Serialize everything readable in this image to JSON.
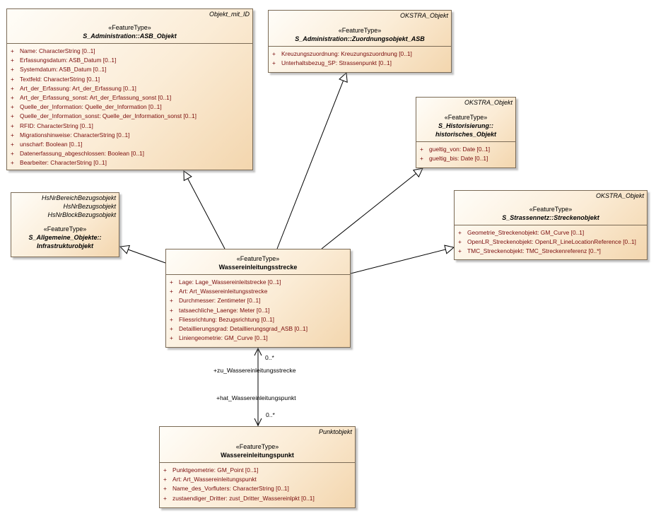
{
  "classes": {
    "asb_objekt": {
      "corner": [
        "Objekt_mit_ID"
      ],
      "stereotype": "«FeatureType»",
      "name": [
        "S_Administration::ASB_Objekt"
      ],
      "attributes": [
        "Name: CharacterString [0..1]",
        "Erfassungsdatum: ASB_Datum [0..1]",
        "Systemdatum: ASB_Datum [0..1]",
        "Textfeld: CharacterString [0..1]",
        "Art_der_Erfassung: Art_der_Erfassung [0..1]",
        "Art_der_Erfassung_sonst: Art_der_Erfassung_sonst [0..1]",
        "Quelle_der_Information: Quelle_der_Information [0..1]",
        "Quelle_der_Information_sonst: Quelle_der_Information_sonst [0..1]",
        "RFID: CharacterString [0..1]",
        "Migrationshinweise: CharacterString [0..1]",
        "unscharf: Boolean [0..1]",
        "Datenerfassung_abgeschlossen: Boolean [0..1]",
        "Bearbeiter: CharacterString [0..1]"
      ]
    },
    "zuordnungsobjekt": {
      "corner": [
        "OKSTRA_Objekt"
      ],
      "stereotype": "«FeatureType»",
      "name": [
        "S_Administration::Zuordnungsobjekt_ASB"
      ],
      "attributes": [
        "Kreuzungszuordnung: Kreuzungszuordnung [0..1]",
        "Unterhaltsbezug_SP: Strassenpunkt [0..1]"
      ]
    },
    "historisches_objekt": {
      "corner": [
        "OKSTRA_Objekt"
      ],
      "stereotype": "«FeatureType»",
      "name": [
        "S_Historisierung::",
        "historisches_Objekt"
      ],
      "attributes": [
        "gueltig_von: Date [0..1]",
        "gueltig_bis: Date [0..1]"
      ]
    },
    "infrastrukturobjekt": {
      "corner": [
        "HsNrBereichBezugsobjekt",
        "HsNrBezugsobjekt",
        "HsNrBlockBezugsobjekt"
      ],
      "stereotype": "«FeatureType»",
      "name": [
        "S_Allgemeine_Objekte::",
        "Infrastrukturobjekt"
      ],
      "attributes": []
    },
    "streckenobjekt": {
      "corner": [
        "OKSTRA_Objekt"
      ],
      "stereotype": "«FeatureType»",
      "name": [
        "S_Strassennetz::Streckenobjekt"
      ],
      "attributes": [
        "Geometrie_Streckenobjekt: GM_Curve [0..1]",
        "OpenLR_Streckenobjekt: OpenLR_LineLocationReference [0..1]",
        "TMC_Streckenobjekt: TMC_Streckenreferenz [0..*]"
      ]
    },
    "wassereinleitungsstrecke": {
      "corner": [],
      "stereotype": "«FeatureType»",
      "name": [
        "Wassereinleitungsstrecke"
      ],
      "attributes": [
        "Lage: Lage_Wassereinleitstrecke [0..1]",
        "Art: Art_Wassereinleitungsstrecke",
        "Durchmesser: Zentimeter [0..1]",
        "tatsaechliche_Laenge: Meter [0..1]",
        "Fliessrichtung: Bezugsrichtung [0..1]",
        "Detaillierungsgrad: Detaillierungsgrad_ASB [0..1]",
        "Liniengeometrie: GM_Curve [0..1]"
      ]
    },
    "wassereinleitungspunkt": {
      "corner": [
        "Punktobjekt"
      ],
      "stereotype": "«FeatureType»",
      "name": [
        "Wassereinleitungspunkt"
      ],
      "attributes": [
        "Punktgeometrie: GM_Point [0..1]",
        "Art: Art_Wassereinleitungspunkt",
        "Name_des_Vorfluters: CharacterString [0..1]",
        "zustaendiger_Dritter: zust_Dritter_Wassereinlpkt [0..1]"
      ]
    }
  },
  "association": {
    "role_top": "+zu_Wassereinleitungsstrecke",
    "role_bottom": "+hat_Wassereinleitungspunkt",
    "mult_top": "0..*",
    "mult_bottom": "0..*"
  },
  "attribute_prefix": "+",
  "colors": {
    "line": "#000000",
    "box_border": "#7a6a55",
    "attribute_text": "#7a0c0c"
  }
}
